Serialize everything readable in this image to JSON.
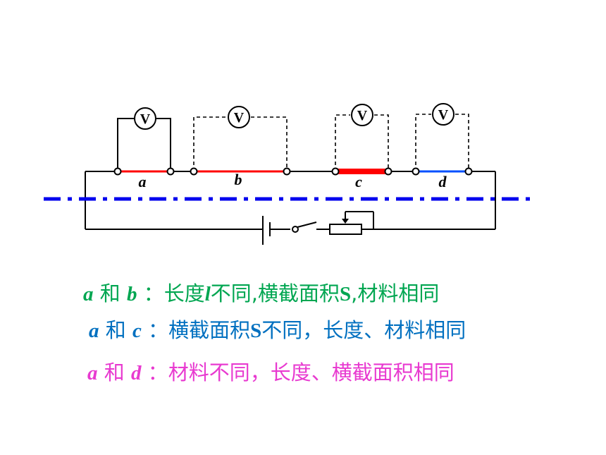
{
  "colors": {
    "green": "#00a651",
    "blue": "#0070c0",
    "magenta": "#e83ad0",
    "red": "#ff0000",
    "wire_blue": "#0050ff",
    "axis_blue": "#0000ee"
  },
  "diagram": {
    "voltmeter_symbol": "V",
    "segments": [
      {
        "label": "a",
        "color": "#ff0000",
        "thick": false
      },
      {
        "label": "b",
        "color": "#ff0000",
        "thick": false
      },
      {
        "label": "c",
        "color": "#ff0000",
        "thick": true
      },
      {
        "label": "d",
        "color": "#0050ff",
        "thick": false
      }
    ],
    "voltmeter_connection": [
      "solid",
      "dashed",
      "dashed",
      "dashed"
    ]
  },
  "captions": [
    {
      "pair_a": "a",
      "he": "和",
      "pair_b": "b",
      "colon": "：",
      "t1": "长度",
      "t2": "l",
      "t3": "不同,横截面积",
      "t4": "S",
      "t5": ",材料相同",
      "color": "#00a651"
    },
    {
      "pair_a": "a",
      "he": "和",
      "pair_b": "c",
      "colon": "：",
      "t1": "横截面积",
      "t2": "S",
      "t3": "不同，长度、材料相同",
      "color": "#0070c0"
    },
    {
      "pair_a": "a",
      "he": "和",
      "pair_b": "d",
      "colon": "：",
      "t1": "材料不同，长度、横截面积相同",
      "color": "#e83ad0"
    }
  ]
}
